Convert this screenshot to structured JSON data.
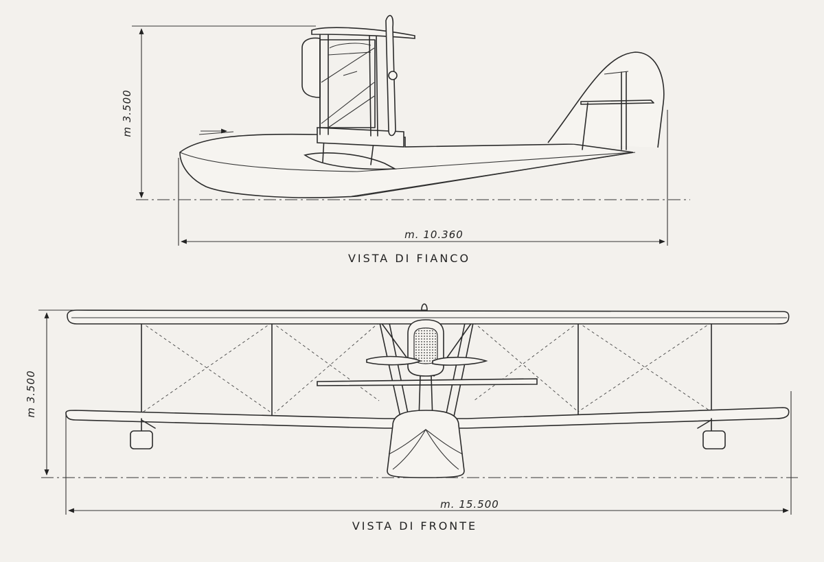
{
  "side_view": {
    "caption": "VISTA DI FIANCO",
    "height_dim": "m 3.500",
    "length_dim": "m. 10.360"
  },
  "front_view": {
    "caption": "VISTA DI FRONTE",
    "height_dim": "m 3.500",
    "span_dim": "m. 15.500"
  }
}
